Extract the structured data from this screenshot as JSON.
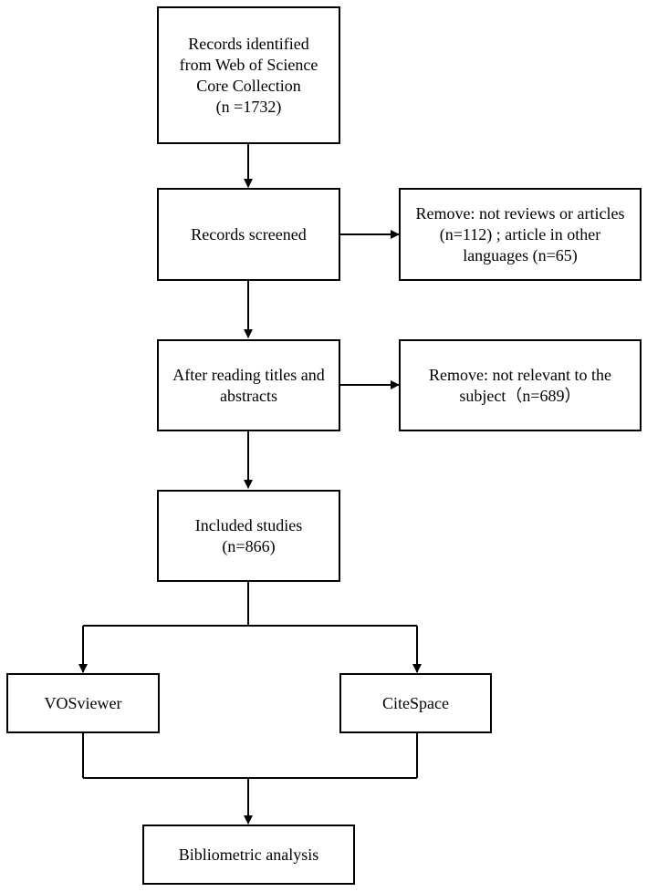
{
  "flowchart": {
    "identified": "Records identified\nfrom Web of Science\nCore Collection\n(n =1732)",
    "screened": "Records screened",
    "remove_screened": "Remove: not reviews or articles\n(n=112) ; article in other\nlanguages (n=65)",
    "titles_abstracts": "After reading titles and\nabstracts",
    "remove_relevance": "Remove: not relevant to the\nsubject（n=689）",
    "included": "Included studies\n(n=866)",
    "vosviewer": "VOSviewer",
    "citespace": "CiteSpace",
    "analysis": "Bibliometric analysis"
  }
}
